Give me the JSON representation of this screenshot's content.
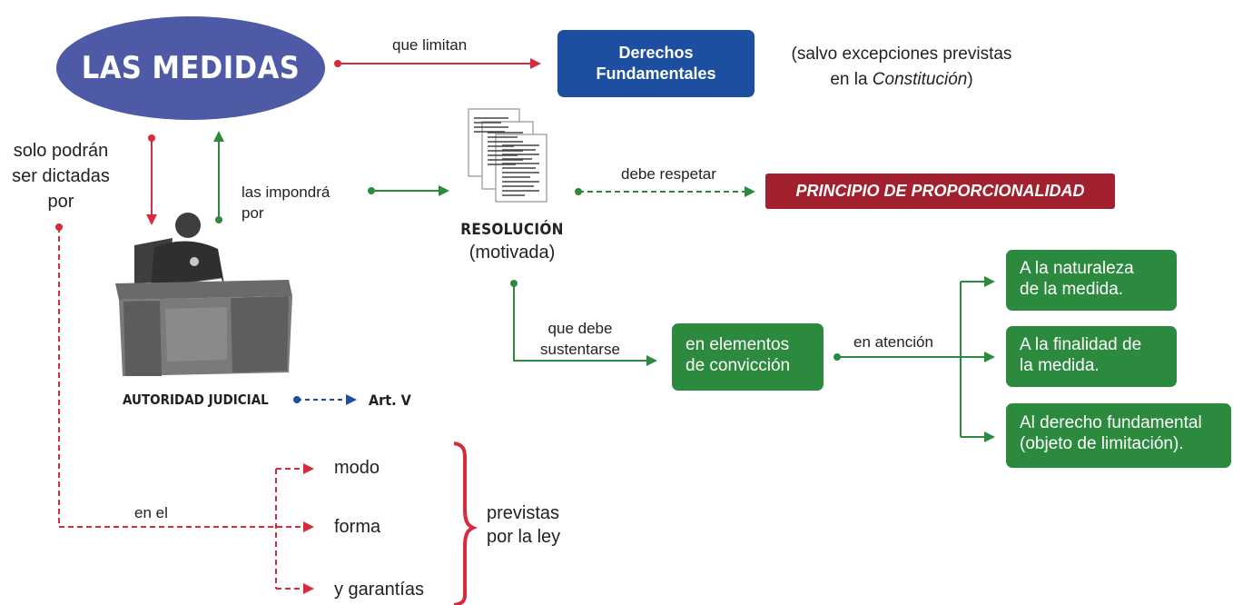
{
  "main_node": "LAS MEDIDAS",
  "edge_que_limitan": "que limitan",
  "derechos_box": [
    "Derechos",
    "Fundamentales"
  ],
  "salvo": {
    "line1": "(salvo excepciones previstas",
    "line2_prefix": "en la ",
    "line2_italic": "Constitución",
    "line2_suffix": ")"
  },
  "solo_podran": [
    "solo podrán",
    "ser dictadas",
    "por"
  ],
  "las_impondra": [
    "las impondrá",
    "por"
  ],
  "resolucion": {
    "title": "RESOLUCIÓN",
    "subtitle": "(motivada)"
  },
  "debe_respetar": "debe respetar",
  "principio": "PRINCIPIO DE PROPORCIONALIDAD",
  "autoridad": "AUTORIDAD JUDICIAL",
  "art_v": "Art. V",
  "que_debe": [
    "que debe",
    "sustentarse"
  ],
  "elementos_box": [
    "en elementos",
    "de convicción"
  ],
  "en_atencion": "en atención",
  "attention_items": [
    [
      "A la naturaleza",
      "de la medida."
    ],
    [
      "A la finalidad de",
      "la medida."
    ],
    [
      "Al derecho fundamental",
      "(objeto de limitación)."
    ]
  ],
  "en_el": "en el",
  "modes": [
    "modo",
    "forma",
    "y garantías"
  ],
  "previstas": [
    "previstas",
    "por la ley"
  ],
  "colors": {
    "red": "#d62b3a",
    "green": "#2c8a3f",
    "blue": "#1d4fa0",
    "dark_red": "#a3202e",
    "ellipse": "#4e5aa5"
  }
}
